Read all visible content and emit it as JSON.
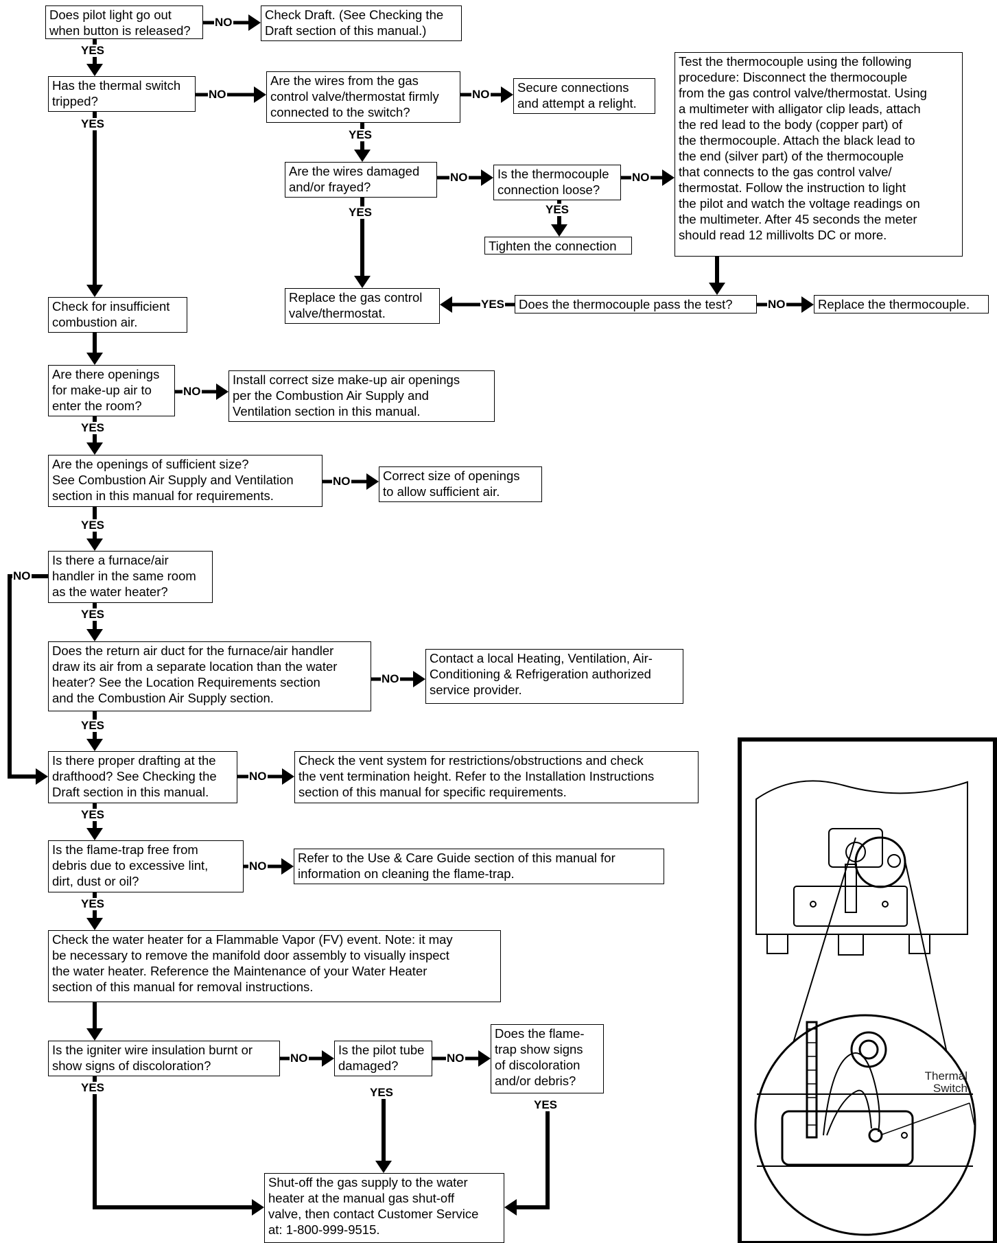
{
  "boxes": {
    "b1": "Does pilot light go out\nwhen button is released?",
    "b2": "Check Draft. (See Checking the\nDraft section of this manual.)",
    "b3": "Has the thermal switch\ntripped?",
    "b4": "Are the wires from the gas\ncontrol valve/thermostat firmly\nconnected to the switch?",
    "b5": "Secure connections\nand attempt a relight.",
    "b6": "Test the thermocouple using the following\nprocedure: Disconnect the thermocouple\nfrom the gas control valve/thermostat. Using\na multimeter with alligator clip leads, attach\nthe red lead to the body (copper part) of\nthe thermocouple. Attach the black lead to\nthe end (silver part) of the thermocouple\nthat connects to the gas control valve/\nthermostat. Follow the instruction to light\nthe pilot and watch the voltage readings on\nthe multimeter. After 45 seconds the meter\nshould read 12 millivolts DC or more.",
    "b7": "Are the wires damaged\nand/or frayed?",
    "b8": "Is the thermocouple\nconnection loose?",
    "b9": "Tighten the connection",
    "b10": "Replace the gas control\nvalve/thermostat.",
    "b11": "Does the thermocouple pass the test?",
    "b12": "Replace the thermocouple.",
    "b13": "Check for insufficient\ncombustion air.",
    "b14": "Are there openings\nfor make-up air to\nenter the room?",
    "b15": "Install correct size make-up air openings\nper the Combustion Air Supply and\nVentilation section in this manual.",
    "b16": "Are the openings of sufficient size?\nSee Combustion Air Supply and Ventilation\nsection in this manual for requirements.",
    "b17": "Correct size of openings\nto allow sufficient air.",
    "b18": "Is there a furnace/air\nhandler in the same room\nas the water heater?",
    "b19": "Does the return air duct for the furnace/air handler\ndraw its air from a separate location than the water\nheater? See the Location Requirements section\nand the Combustion Air Supply section.",
    "b20": "Contact a local Heating, Ventilation, Air-\nConditioning & Refrigeration authorized\nservice provider.",
    "b21": "Is there proper drafting at the\ndrafthood? See Checking the\nDraft section in this manual.",
    "b22": "Check the vent system for restrictions/obstructions and check\nthe vent termination height. Refer to the Installation Instructions\nsection of this manual for specific requirements.",
    "b23": "Is the flame-trap free from\ndebris due to excessive lint,\ndirt, dust or oil?",
    "b24": "Refer to the Use & Care Guide section of this manual for\ninformation on cleaning the flame-trap.",
    "b25": "Check the water heater for a Flammable Vapor (FV) event. Note: it may\nbe necessary to remove the manifold door assembly to visually inspect\nthe water heater. Reference the Maintenance of your Water Heater\nsection of this manual for removal instructions.",
    "b26": "Is the igniter wire insulation burnt or\nshow signs of discoloration?",
    "b27": "Is the pilot tube\ndamaged?",
    "b28": "Does the flame-\ntrap show signs\nof discoloration\nand/or debris?",
    "b29": "Shut-off the gas supply to the water\nheater at the manual gas shut-off\nvalve, then contact Customer Service\nat: 1-800-999-9515."
  },
  "labels": {
    "yes": "YES",
    "no": "NO"
  },
  "figure": {
    "callout": "Thermal\nSwitch"
  }
}
